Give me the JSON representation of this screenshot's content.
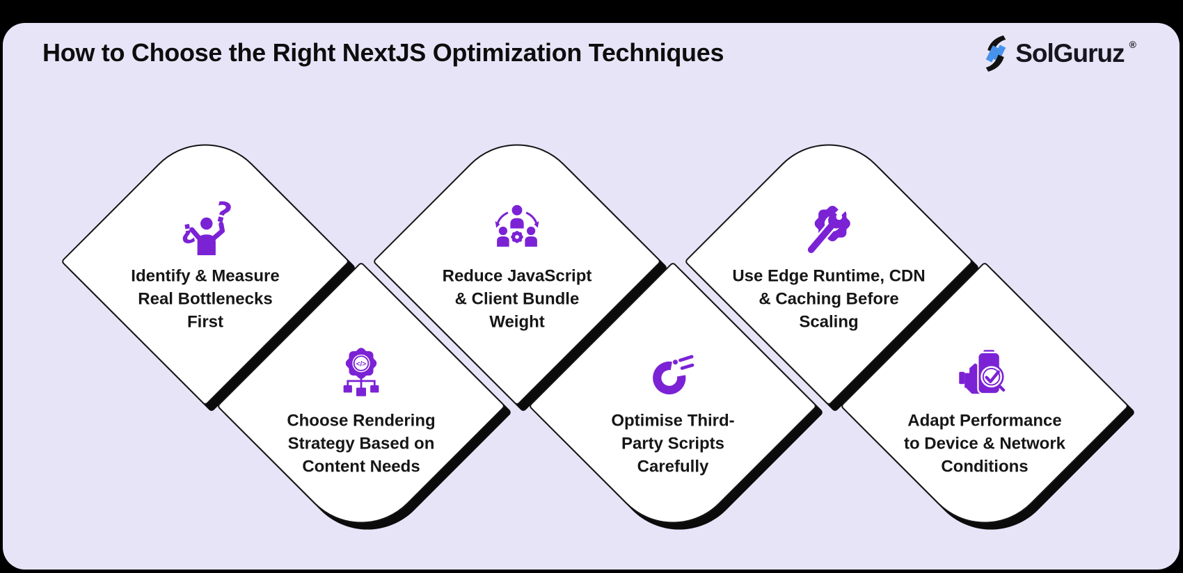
{
  "header": {
    "title": "How to Choose the Right NextJS Optimization Techniques",
    "brand": "SolGuruz",
    "registered": "®"
  },
  "cards": [
    {
      "icon": "confused-person-icon",
      "lines": [
        "Identify & Measure",
        "Real Bottlenecks",
        "First"
      ]
    },
    {
      "icon": "rendering-gear-sitemap-icon",
      "lines": [
        "Choose Rendering",
        "Strategy Based on",
        "Content Needs"
      ]
    },
    {
      "icon": "team-gear-icon",
      "lines": [
        "Reduce JavaScript",
        "& Client Bundle",
        "Weight"
      ]
    },
    {
      "icon": "donut-chart-scripts-icon",
      "lines": [
        "Optimise Third-",
        "Party Scripts",
        "Carefully"
      ]
    },
    {
      "icon": "gear-wrench-icon",
      "lines": [
        "Use Edge Runtime, CDN",
        "& Caching Before",
        "Scaling"
      ]
    },
    {
      "icon": "device-engine-check-icon",
      "lines": [
        "Adapt Performance",
        "to Device & Network",
        "Conditions"
      ]
    }
  ],
  "colors": {
    "background": "#000000",
    "panel": "#E8E4F8",
    "card_face": "#FFFFFF",
    "card_shadow": "#0B0B0B",
    "icon_purple": "#7B22D5",
    "text": "#161616",
    "logo_blue": "#4793EC",
    "logo_dark": "#16161F"
  }
}
